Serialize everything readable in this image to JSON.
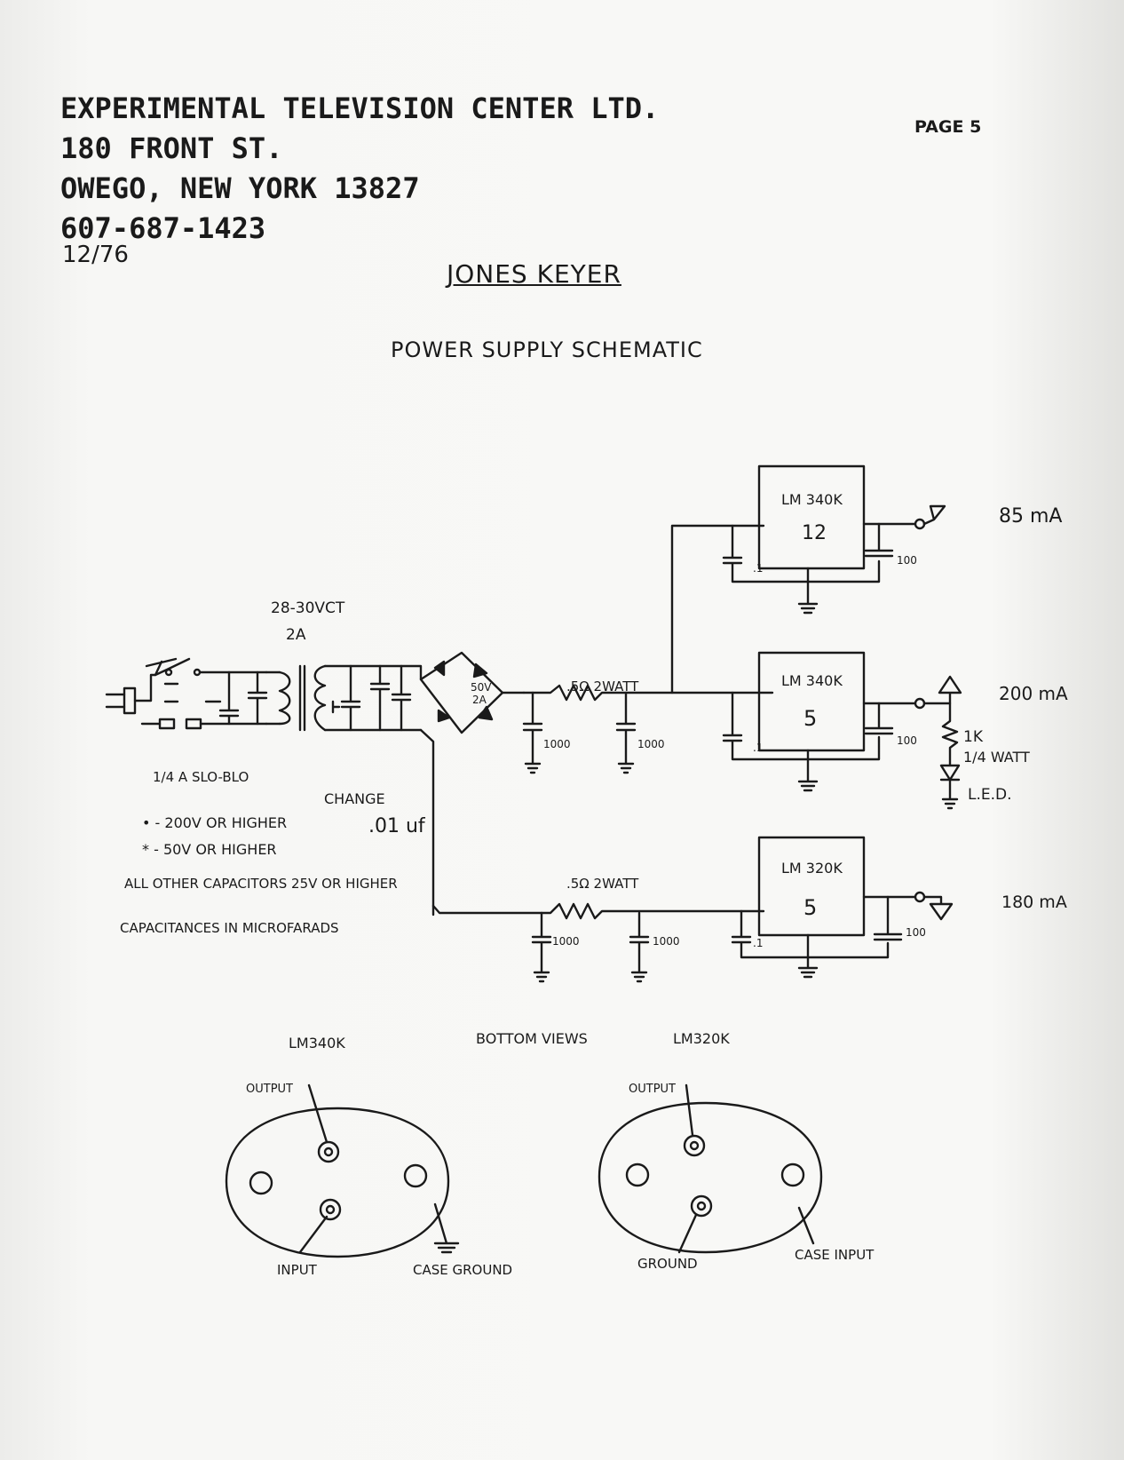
{
  "letterhead": {
    "line1": "EXPERIMENTAL TELEVISION CENTER LTD.",
    "line2": "180 FRONT ST.",
    "line3": "OWEGO, NEW YORK  13827",
    "line4": "607-687-1423",
    "date": "12/76"
  },
  "page_number": "PAGE 5",
  "title": "JONES KEYER",
  "subtitle": "POWER SUPPLY SCHEMATIC",
  "transformer": {
    "label": "28-30VCT",
    "current": "2A"
  },
  "fuse_label": "1/4 A SLO-BLO",
  "bridge_label": {
    "voltage": "50V",
    "current": "2A"
  },
  "change_note": {
    "text": "CHANGE",
    "value": ".01 uf"
  },
  "notes": {
    "dot": "• - 200V OR HIGHER",
    "star": "* - 50V OR HIGHER",
    "others": "ALL OTHER CAPACITORS 25V OR HIGHER",
    "units": "CAPACITANCES IN MICROFARADS"
  },
  "resistors": {
    "top": ".5Ω 2WATT",
    "bottom": ".5Ω 2WATT"
  },
  "cap_values": {
    "c1000": "1000",
    "c01": ".1",
    "c100": "100"
  },
  "regulators": [
    {
      "part": "LM 340K",
      "voltage": "12",
      "output": "85 mA"
    },
    {
      "part": "LM 340K",
      "voltage": "5",
      "output": "200 mA"
    },
    {
      "part": "LM 320K",
      "voltage": "5",
      "output": "180 mA"
    }
  ],
  "led_branch": {
    "resistor": "1K",
    "rating": "1/4 WATT",
    "led": "L.E.D."
  },
  "bottom_views": {
    "heading": "BOTTOM VIEWS",
    "left": {
      "part": "LM340K",
      "top_pin": "OUTPUT",
      "bottom_pin": "INPUT",
      "case": "CASE GROUND"
    },
    "right": {
      "part": "LM320K",
      "top_pin": "OUTPUT",
      "bottom_pin": "GROUND",
      "case": "CASE INPUT"
    }
  }
}
